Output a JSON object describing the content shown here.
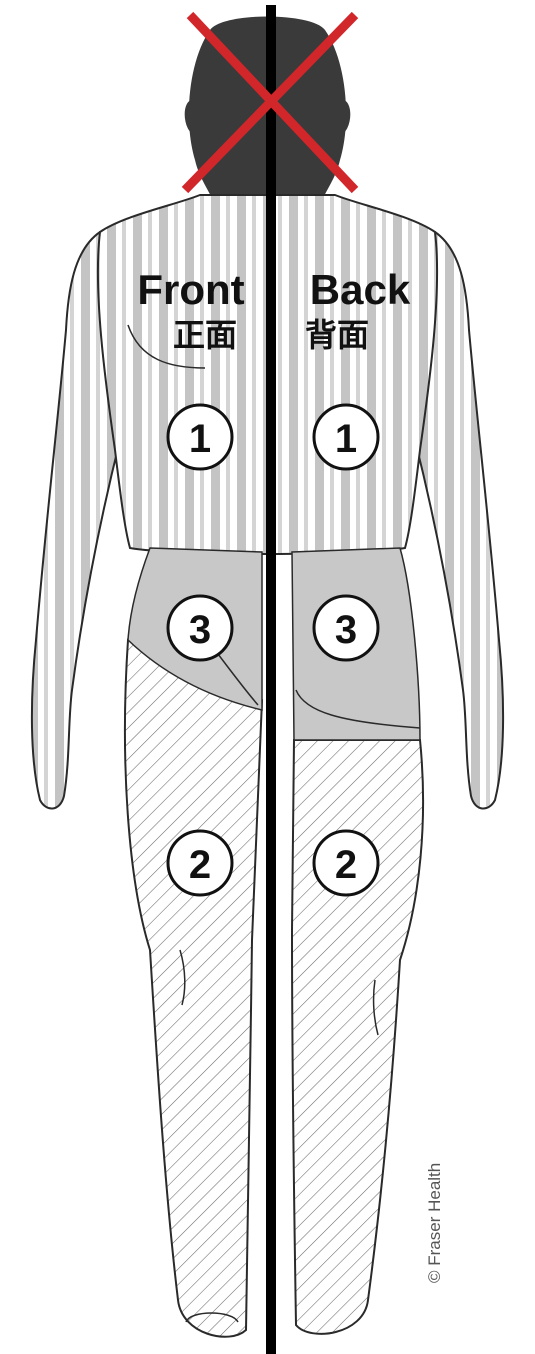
{
  "labels": {
    "front_en": "Front",
    "front_cn": "正面",
    "back_en": "Back",
    "back_cn": "背面"
  },
  "zones": {
    "torso": "1",
    "legs": "2",
    "hips": "3"
  },
  "credit": "© Fraser Health",
  "colors": {
    "outline": "#2a2a2a",
    "head": "#3a3a3a",
    "stripe": "#c4c4c4",
    "hip_region": "#c8c8c8",
    "hatch": "#666666",
    "cross": "#d1262a",
    "divider": "#000000"
  }
}
